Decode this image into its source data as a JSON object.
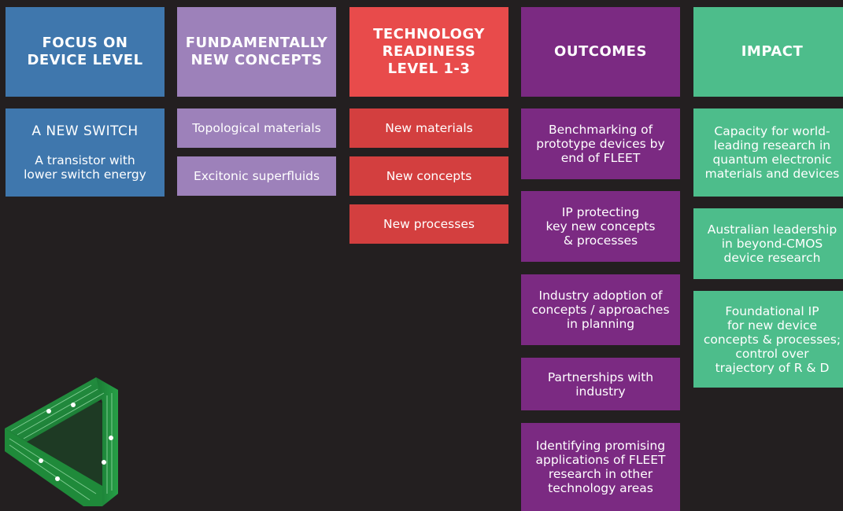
{
  "colors": {
    "background": "#231f20",
    "focus": "#3f77ad",
    "concepts": "#9d81ba",
    "readiness_header": "#e84b4b",
    "readiness_items": "#d33f3f",
    "outcomes": "#7b2a82",
    "impact": "#4dbd8b",
    "logo_green": "#1f8a3a"
  },
  "columns": {
    "focus": {
      "header": "FOCUS ON\nDEVICE LEVEL",
      "switch_title": "A NEW SWITCH",
      "switch_desc": "A transistor with\nlower switch energy"
    },
    "concepts": {
      "header": "FUNDAMENTALLY\nNEW CONCEPTS",
      "items": [
        "Topological materials",
        "Excitonic superfluids"
      ]
    },
    "readiness": {
      "header": "TECHNOLOGY\nREADINESS\nLEVEL 1-3",
      "items": [
        "New materials",
        "New concepts",
        "New processes"
      ]
    },
    "outcomes": {
      "header": "OUTCOMES",
      "items": [
        "Benchmarking of\nprototype devices by\nend of FLEET",
        "IP protecting\nkey new concepts\n& processes",
        "Industry adoption of\nconcepts / approaches\nin planning",
        "Partnerships with\nindustry",
        "Identifying promising\napplications of FLEET\nresearch in other\ntechnology areas"
      ]
    },
    "impact": {
      "header": "IMPACT",
      "items": [
        "Capacity for world-\nleading research in\nquantum electronic\nmaterials and devices",
        "Australian leadership\nin beyond-CMOS\ndevice research",
        "Foundational IP\nfor new device\nconcepts & processes;\ncontrol over\ntrajectory of R & D"
      ]
    }
  },
  "logo": {
    "icon": "penrose-triangle-circuit-logo"
  }
}
